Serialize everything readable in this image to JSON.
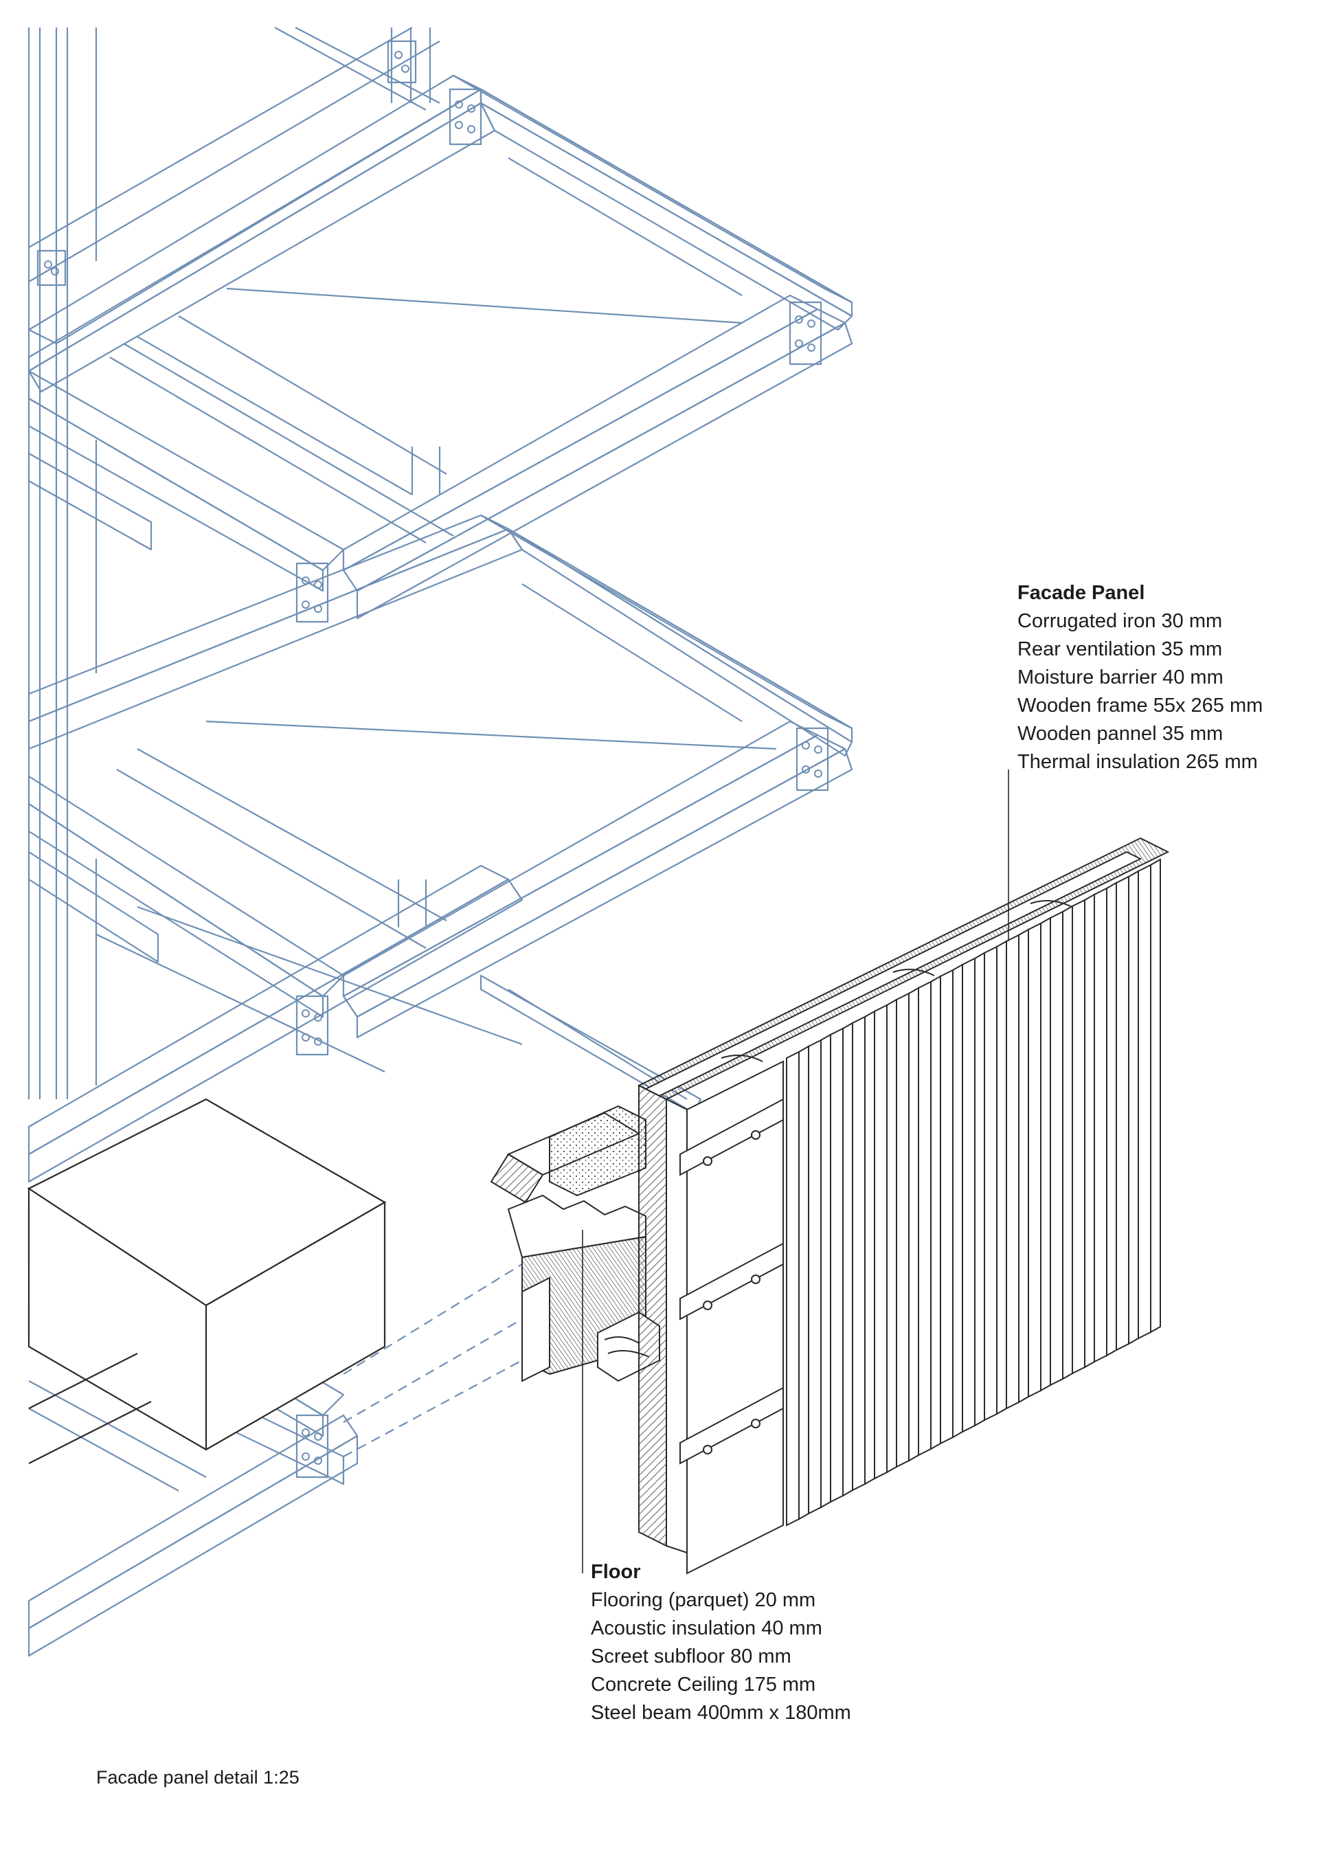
{
  "facade_panel": {
    "title": "Facade Panel",
    "layers": [
      "Corrugated iron 30 mm",
      "Rear ventilation 35 mm",
      "Moisture barrier 40 mm",
      "Wooden frame 55x 265 mm",
      "Wooden pannel 35 mm",
      "Thermal insulation 265 mm"
    ]
  },
  "floor": {
    "title": "Floor",
    "layers": [
      "Flooring (parquet) 20 mm",
      "Acoustic insulation 40 mm",
      "Screet subfloor 80 mm",
      "Concrete Ceiling 175 mm",
      "Steel beam 400mm x 180mm"
    ]
  },
  "caption": "Facade panel detail 1:25",
  "colors": {
    "steel_lines": "#6f8fb4",
    "section_lines": "#2a2a2a",
    "text": "#1c1c1c",
    "background": "#ffffff"
  }
}
